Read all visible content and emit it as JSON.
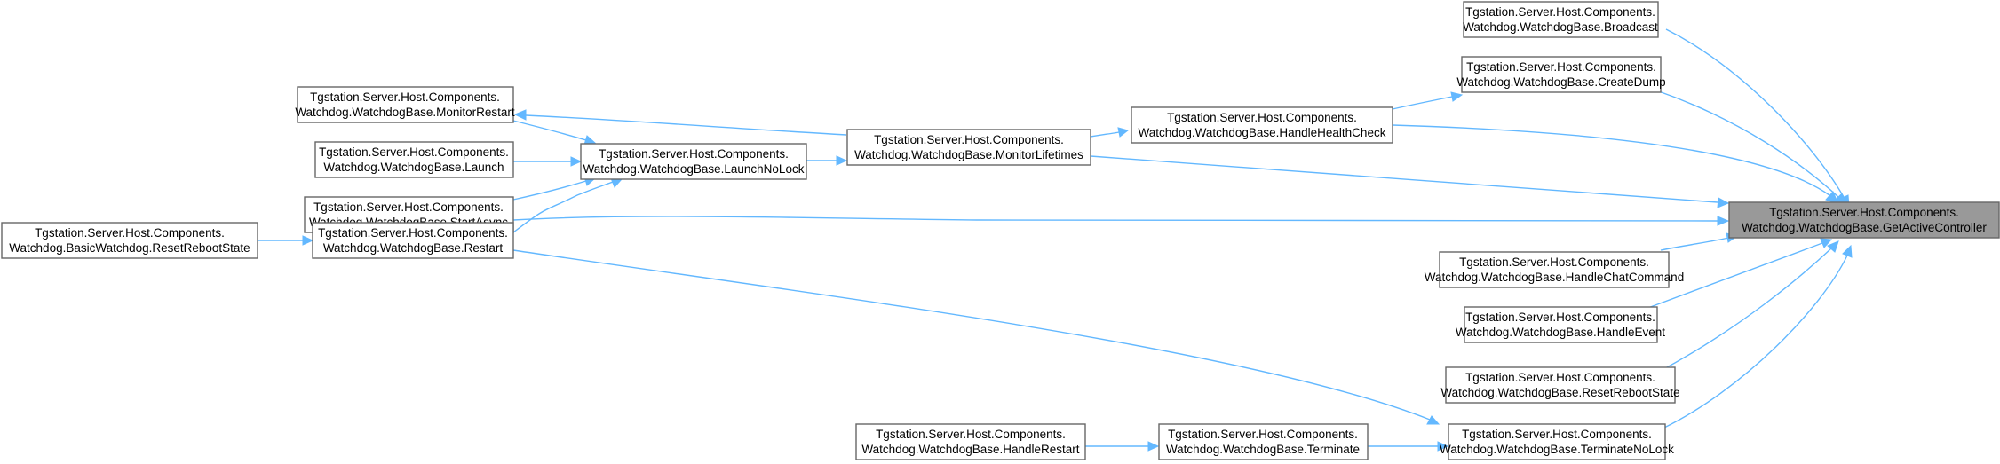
{
  "graph": {
    "colors": {
      "edge": "#63b8ff",
      "node_border": "#666666",
      "focus_fill": "#999999"
    },
    "nodes": {
      "get_active_controller": {
        "line1": "Tgstation.Server.Host.Components.",
        "line2": "Watchdog.WatchdogBase.GetActiveController"
      },
      "broadcast": {
        "line1": "Tgstation.Server.Host.Components.",
        "line2": "Watchdog.WatchdogBase.Broadcast"
      },
      "create_dump": {
        "line1": "Tgstation.Server.Host.Components.",
        "line2": "Watchdog.WatchdogBase.CreateDump"
      },
      "handle_health_check": {
        "line1": "Tgstation.Server.Host.Components.",
        "line2": "Watchdog.WatchdogBase.HandleHealthCheck"
      },
      "monitor_lifetimes": {
        "line1": "Tgstation.Server.Host.Components.",
        "line2": "Watchdog.WatchdogBase.MonitorLifetimes"
      },
      "launch_no_lock": {
        "line1": "Tgstation.Server.Host.Components.",
        "line2": "Watchdog.WatchdogBase.LaunchNoLock"
      },
      "monitor_restart": {
        "line1": "Tgstation.Server.Host.Components.",
        "line2": "Watchdog.WatchdogBase.MonitorRestart"
      },
      "launch": {
        "line1": "Tgstation.Server.Host.Components.",
        "line2": "Watchdog.WatchdogBase.Launch"
      },
      "start_async": {
        "line1": "Tgstation.Server.Host.Components.",
        "line2": "Watchdog.WatchdogBase.StartAsync"
      },
      "restart": {
        "line1": "Tgstation.Server.Host.Components.",
        "line2": "Watchdog.WatchdogBase.Restart"
      },
      "basic_reset_reboot_state": {
        "line1": "Tgstation.Server.Host.Components.",
        "line2": "Watchdog.BasicWatchdog.ResetRebootState"
      },
      "handle_chat_command": {
        "line1": "Tgstation.Server.Host.Components.",
        "line2": "Watchdog.WatchdogBase.HandleChatCommand"
      },
      "handle_event": {
        "line1": "Tgstation.Server.Host.Components.",
        "line2": "Watchdog.WatchdogBase.HandleEvent"
      },
      "reset_reboot_state": {
        "line1": "Tgstation.Server.Host.Components.",
        "line2": "Watchdog.WatchdogBase.ResetRebootState"
      },
      "terminate_no_lock": {
        "line1": "Tgstation.Server.Host.Components.",
        "line2": "Watchdog.WatchdogBase.TerminateNoLock"
      },
      "terminate": {
        "line1": "Tgstation.Server.Host.Components.",
        "line2": "Watchdog.WatchdogBase.Terminate"
      },
      "handle_restart": {
        "line1": "Tgstation.Server.Host.Components.",
        "line2": "Watchdog.WatchdogBase.HandleRestart"
      }
    }
  }
}
